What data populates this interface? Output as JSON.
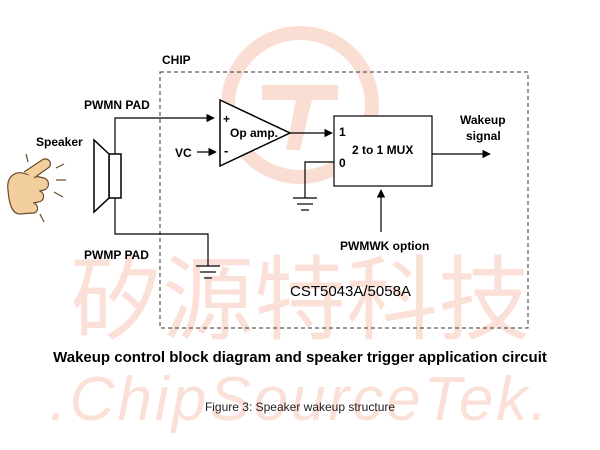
{
  "watermark": {
    "cn_text": "矽源特科技",
    "en_text": ".ChipSourceTek.",
    "color": "#f6c8b8"
  },
  "diagram": {
    "chip_label": "CHIP",
    "pwmn_pad": "PWMN PAD",
    "pwmp_pad": "PWMP PAD",
    "speaker_label": "Speaker",
    "vc_label": "VC",
    "opamp_label": "Op amp.",
    "opamp_plus": "+",
    "opamp_minus": "-",
    "mux_label": "2 to 1 MUX",
    "mux_in1": "1",
    "mux_in0": "0",
    "wakeup_line1": "Wakeup",
    "wakeup_line2": "signal",
    "pwmwk_option": "PWMWK option",
    "part_number": "CST5043A/5058A"
  },
  "captions": {
    "main": "Wakeup control block diagram and speaker trigger application circuit",
    "figure": "Figure 3: Speaker wakeup structure"
  },
  "colors": {
    "line": "#000000",
    "hand_fill": "#f3cfa0",
    "hand_stroke": "#6b4a2a"
  }
}
